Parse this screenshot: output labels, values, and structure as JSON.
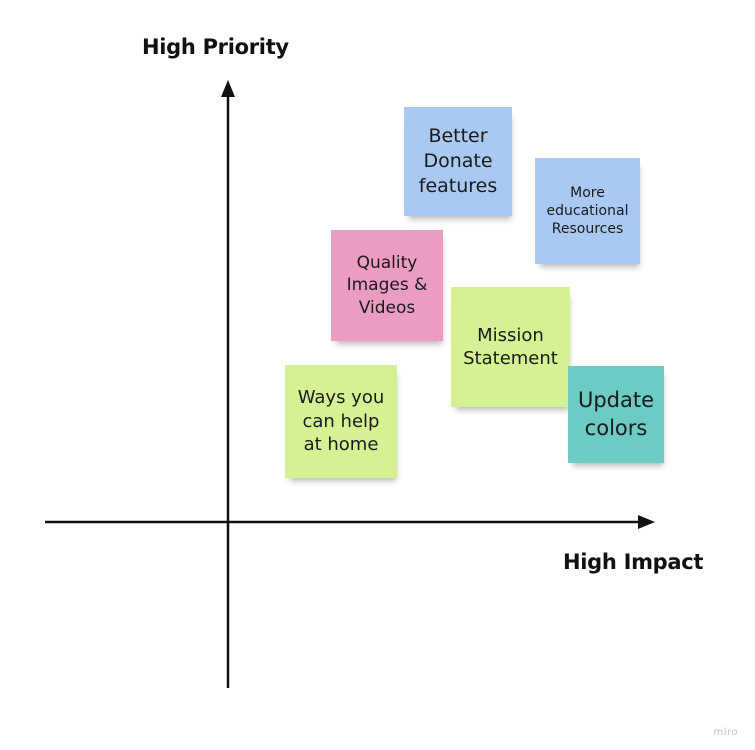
{
  "axes": {
    "y_label": "High Priority",
    "x_label": "High Impact"
  },
  "notes": [
    {
      "id": "better-donate",
      "text": "Better\nDonate\nfeatures",
      "color": "#a9c9f2"
    },
    {
      "id": "more-edu",
      "text": "More\neducational\nResources",
      "color": "#a9c9f2"
    },
    {
      "id": "quality",
      "text": "Quality\nImages &\nVideos",
      "color": "#eb9cc3"
    },
    {
      "id": "mission",
      "text": "Mission\nStatement",
      "color": "#d4f293"
    },
    {
      "id": "ways",
      "text": "Ways you\ncan help\nat home",
      "color": "#d4f293"
    },
    {
      "id": "update",
      "text": "Update\ncolors",
      "color": "#6ccbc4"
    }
  ],
  "watermark": "miro",
  "colors": {
    "axis": "#111111",
    "background": "#ffffff"
  }
}
